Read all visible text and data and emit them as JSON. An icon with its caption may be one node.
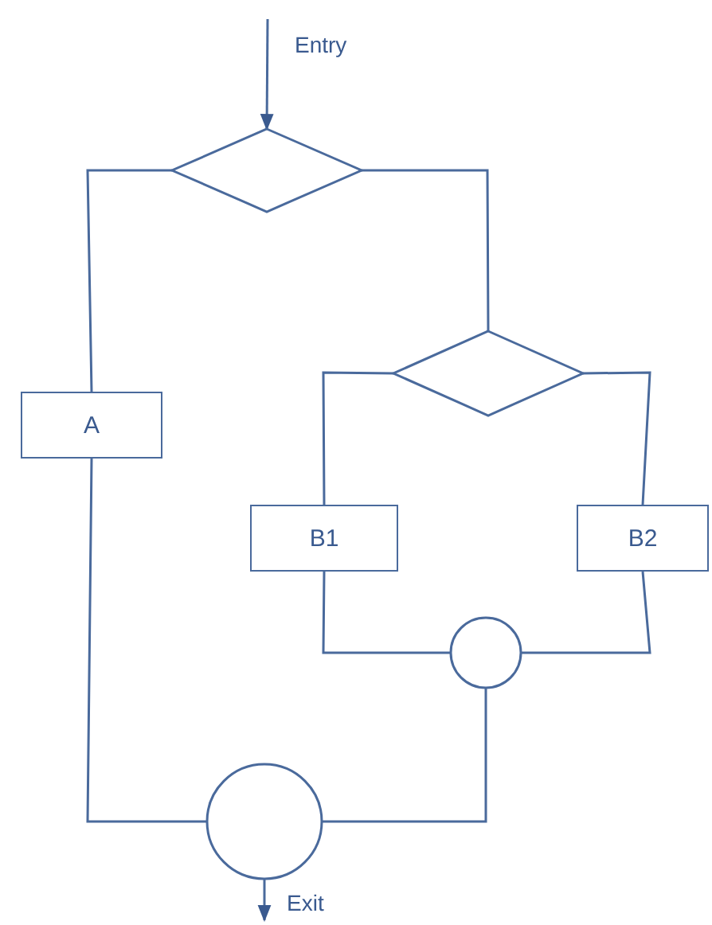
{
  "diagram": {
    "nodes": [
      {
        "text": [],
        "shape": "diamond"
      },
      {
        "text": [],
        "shape": "diamond"
      },
      {
        "text": [
          "A"
        ]
      },
      {
        "text": [
          "B1"
        ]
      },
      {
        "text": [
          "B2"
        ]
      },
      {
        "text": [],
        "shape": "circle"
      },
      {
        "text": [],
        "shape": "circle"
      }
    ],
    "edges": [
      {
        "from": null,
        "to": 0,
        "arrow": "to",
        "label": "Entry"
      },
      {
        "from": 0,
        "to": 2,
        "arrow": "none"
      },
      {
        "from": 0,
        "to": 1,
        "arrow": "none"
      },
      {
        "from": 1,
        "to": 3,
        "arrow": "none"
      },
      {
        "from": 1,
        "to": 4,
        "arrow": "none"
      },
      {
        "from": 2,
        "to": 6,
        "arrow": "none"
      },
      {
        "from": 3,
        "to": 5,
        "arrow": "none"
      },
      {
        "from": 4,
        "to": 5,
        "arrow": "none"
      },
      {
        "from": 5,
        "to": 6,
        "arrow": "none"
      },
      {
        "from": 6,
        "to": null,
        "arrow": "to",
        "label": "Exit"
      }
    ]
  }
}
